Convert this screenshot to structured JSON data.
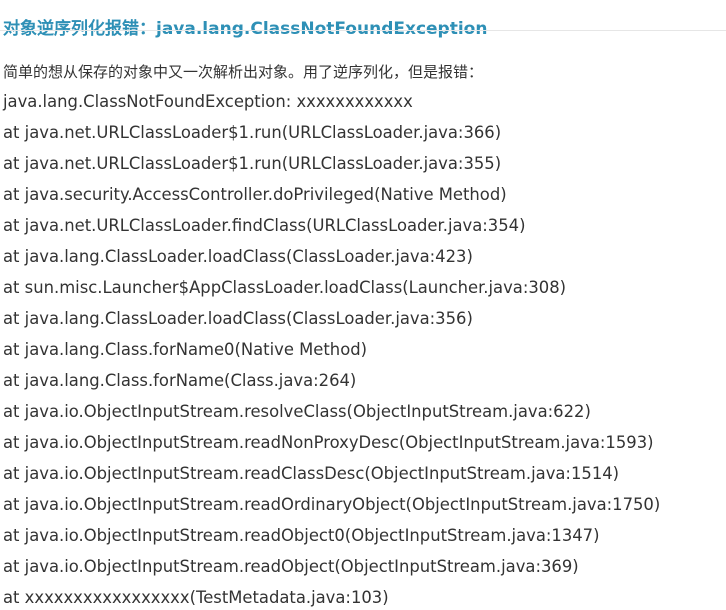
{
  "header": {
    "title": "对象逆序列化报错：java.lang.ClassNotFoundException"
  },
  "intro": {
    "text": "简单的想从保存的对象中又一次解析出对象。用了逆序列化，但是报错："
  },
  "stack_trace": [
    "java.lang.ClassNotFoundException: xxxxxxxxxxxx",
    "at java.net.URLClassLoader$1.run(URLClassLoader.java:366)",
    "at java.net.URLClassLoader$1.run(URLClassLoader.java:355)",
    "at java.security.AccessController.doPrivileged(Native Method)",
    "at java.net.URLClassLoader.findClass(URLClassLoader.java:354)",
    "at java.lang.ClassLoader.loadClass(ClassLoader.java:423)",
    "at sun.misc.Launcher$AppClassLoader.loadClass(Launcher.java:308)",
    "at java.lang.ClassLoader.loadClass(ClassLoader.java:356)",
    "at java.lang.Class.forName0(Native Method)",
    "at java.lang.Class.forName(Class.java:264)",
    "at java.io.ObjectInputStream.resolveClass(ObjectInputStream.java:622)",
    "at java.io.ObjectInputStream.readNonProxyDesc(ObjectInputStream.java:1593)",
    "at java.io.ObjectInputStream.readClassDesc(ObjectInputStream.java:1514)",
    "at java.io.ObjectInputStream.readOrdinaryObject(ObjectInputStream.java:1750)",
    "at java.io.ObjectInputStream.readObject0(ObjectInputStream.java:1347)",
    "at java.io.ObjectInputStream.readObject(ObjectInputStream.java:369)",
    "at xxxxxxxxxxxxxxxxx(TestMetadata.java:103)"
  ],
  "colors": {
    "title": "#2e90b6",
    "text": "#333333",
    "divider": "#e6e6e6"
  }
}
